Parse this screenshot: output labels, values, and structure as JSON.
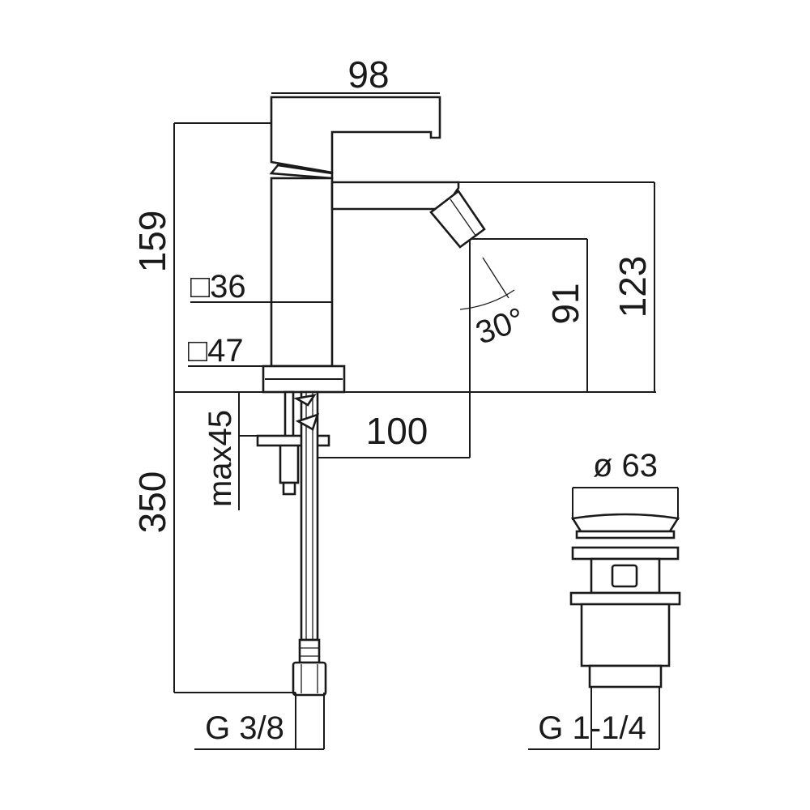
{
  "dimensions": {
    "spout_width": "98",
    "total_height": "159",
    "body_square": "□36",
    "base_square": "□47",
    "spray_angle": "30°",
    "nozzle_height": "91",
    "spout_height": "123",
    "max_deck_thickness": "max45",
    "spout_reach": "100",
    "hose_length": "350",
    "hose_thread": "G 3/8",
    "waste_diameter": "ø 63",
    "waste_thread": "G 1-1/4"
  }
}
